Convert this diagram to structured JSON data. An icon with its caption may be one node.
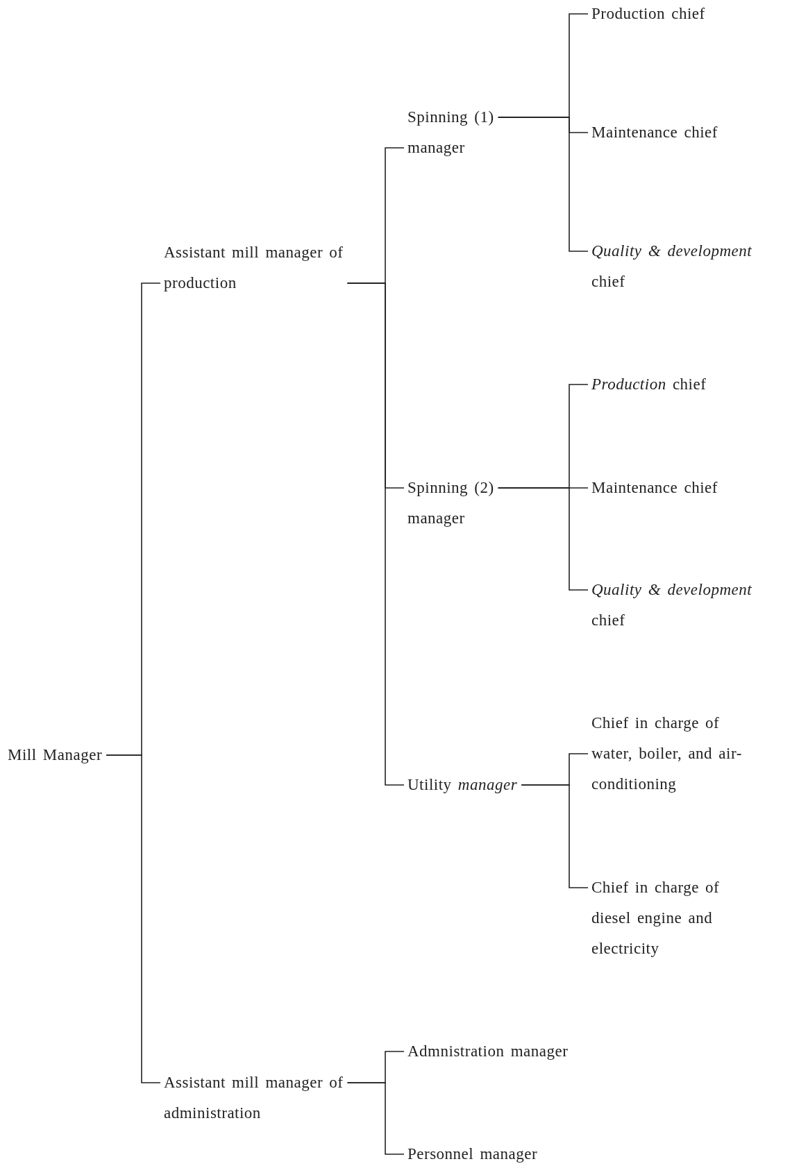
{
  "diagram": {
    "nodes": [
      {
        "text": [
          "Mill Manager"
        ]
      },
      {
        "text": [
          "Assistant mill manager of production"
        ]
      },
      {
        "text": [
          "Assistant mill manager of administration"
        ]
      },
      {
        "text": [
          "Spinning (1) manager"
        ]
      },
      {
        "text": [
          "Spinning (2) manager"
        ]
      },
      {
        "text": [
          "Utility *manager*"
        ]
      },
      {
        "text": [
          "Production chief"
        ]
      },
      {
        "text": [
          "Maintenance chief"
        ]
      },
      {
        "text": [
          "*Quality & development* chief"
        ]
      },
      {
        "text": [
          "*Production* chief"
        ]
      },
      {
        "text": [
          "Maintenance chief"
        ]
      },
      {
        "text": [
          "*Quality & development* chief"
        ]
      },
      {
        "text": [
          "Chief in charge of water, boiler, and air-conditioning"
        ]
      },
      {
        "text": [
          "Chief in charge of diesel engine and electricity"
        ]
      },
      {
        "text": [
          "Admnistration manager"
        ]
      },
      {
        "text": [
          "Personnel manager"
        ]
      }
    ],
    "edges": [
      {
        "from": 0,
        "to": 1,
        "arrow": "none"
      },
      {
        "from": 0,
        "to": 2,
        "arrow": "none"
      },
      {
        "from": 1,
        "to": 3,
        "arrow": "none"
      },
      {
        "from": 1,
        "to": 4,
        "arrow": "none"
      },
      {
        "from": 1,
        "to": 5,
        "arrow": "none"
      },
      {
        "from": 3,
        "to": 6,
        "arrow": "none"
      },
      {
        "from": 3,
        "to": 7,
        "arrow": "none"
      },
      {
        "from": 3,
        "to": 8,
        "arrow": "none"
      },
      {
        "from": 4,
        "to": 9,
        "arrow": "none"
      },
      {
        "from": 4,
        "to": 10,
        "arrow": "none"
      },
      {
        "from": 4,
        "to": 11,
        "arrow": "none"
      },
      {
        "from": 5,
        "to": 12,
        "arrow": "none"
      },
      {
        "from": 5,
        "to": 13,
        "arrow": "none"
      },
      {
        "from": 2,
        "to": 14,
        "arrow": "none"
      },
      {
        "from": 2,
        "to": 15,
        "arrow": "none"
      }
    ]
  }
}
